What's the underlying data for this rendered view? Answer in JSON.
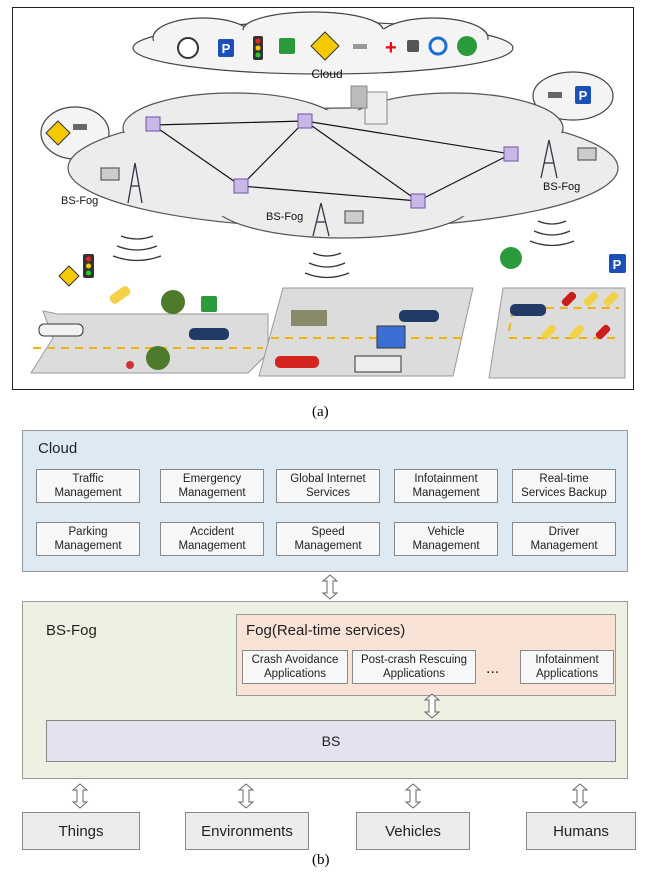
{
  "figure_a": {
    "cloud_label": "Cloud",
    "bs_fog_labels": [
      "BS-Fog",
      "BS-Fog",
      "BS-Fog"
    ],
    "caption": "(a)"
  },
  "figure_b": {
    "cloud_title": "Cloud",
    "cloud_services": [
      "Traffic\nManagement",
      "Emergency\nManagement",
      "Global Internet\nServices",
      "Infotainment\nManagement",
      "Real-time\nServices  Backup",
      "Parking\nManagement",
      "Accident\nManagement",
      "Speed\nManagement",
      "Vehicle\nManagement",
      "Driver\nManagement"
    ],
    "bsfog_title": "BS-Fog",
    "fog_title": "Fog(Real-time services)",
    "fog_apps": [
      "Crash Avoidance\nApplications",
      "Post-crash Rescuing\nApplications",
      "Infotainment\nApplications"
    ],
    "ellipsis": "...",
    "bs_label": "BS",
    "bottom": [
      "Things",
      "Environments",
      "Vehicles",
      "Humans"
    ],
    "caption": "(b)"
  }
}
